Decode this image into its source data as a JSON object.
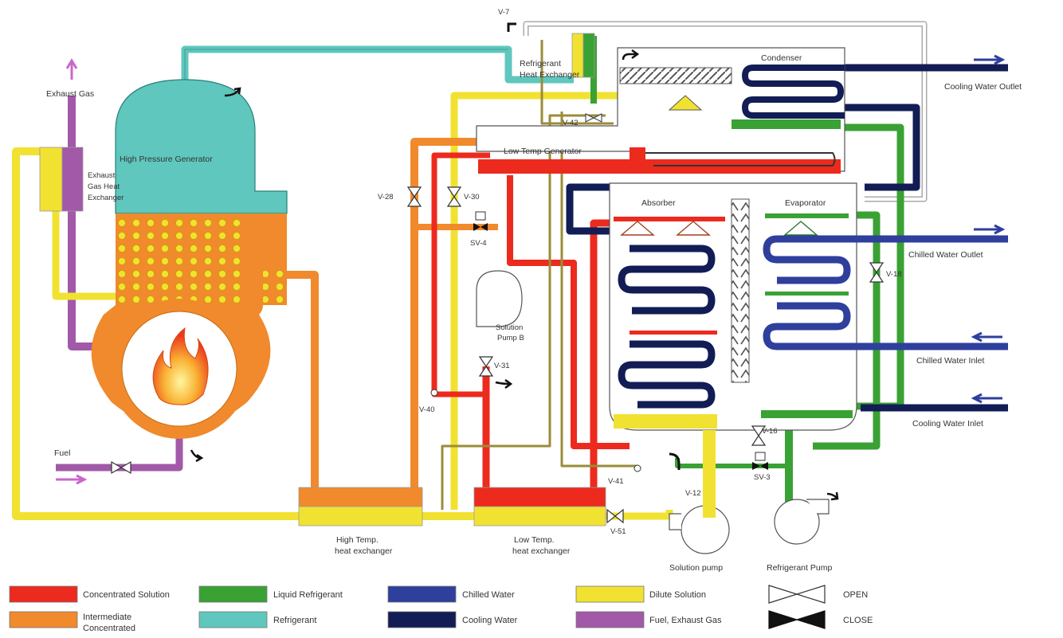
{
  "colors": {
    "concentrated": "#ec2a1e",
    "intermediate": "#f08a2c",
    "liquid_refrigerant": "#3aa134",
    "refrigerant": "#5fc7bd",
    "chilled_water": "#2e3f9c",
    "cooling_water": "#121d55",
    "dilute": "#f1e231",
    "fuel_exhaust": "#a259a8",
    "outline": "#444444"
  },
  "components": {
    "high_pressure_generator": "High Pressure Generator",
    "exhaust_gas_hx": [
      "Exhaust",
      "Gas Heat",
      "Exchanger"
    ],
    "exhaust_gas": "Exhaust Gas",
    "fuel": "Fuel",
    "refrigerant_hx": [
      "Refrigerant",
      "Heat Exchanger"
    ],
    "condenser": "Condenser",
    "low_temp_generator": "Low Temp Generator",
    "absorber": "Absorber",
    "evaporator": "Evaporator",
    "solution_pump_b": [
      "Solution",
      "Pump B"
    ],
    "high_temp_hx": [
      "High Temp.",
      "heat exchanger"
    ],
    "low_temp_hx": [
      "Low Temp.",
      "heat exchanger"
    ],
    "solution_pump": "Solution pump",
    "refrigerant_pump": "Refrigerant Pump"
  },
  "connections": {
    "cooling_water_outlet": "Cooling Water Outlet",
    "chilled_water_outlet": "Chilled Water Outlet",
    "chilled_water_inlet": "Chilled Water Inlet",
    "cooling_water_inlet": "Cooling Water Inlet"
  },
  "valves": {
    "v7": "V-7",
    "v42": "V-42",
    "v28": "V-28",
    "v30": "V-30",
    "sv4": "SV-4",
    "v31": "V-31",
    "v40": "V-40",
    "v41": "V-41",
    "v12": "V-12",
    "v51": "V-51",
    "v18": "V-18",
    "v16": "V-16",
    "sv3": "SV-3"
  },
  "legend": {
    "concentrated": "Concentrated Solution",
    "intermediate": [
      "Intermediate",
      "Concentrated"
    ],
    "liquid_refrigerant": "Liquid Refrigerant",
    "refrigerant": "Refrigerant",
    "chilled_water": "Chilled Water",
    "cooling_water": "Cooling Water",
    "dilute": "Dilute Solution",
    "fuel_exhaust": "Fuel, Exhaust Gas",
    "open": "OPEN",
    "close": "CLOSE"
  }
}
